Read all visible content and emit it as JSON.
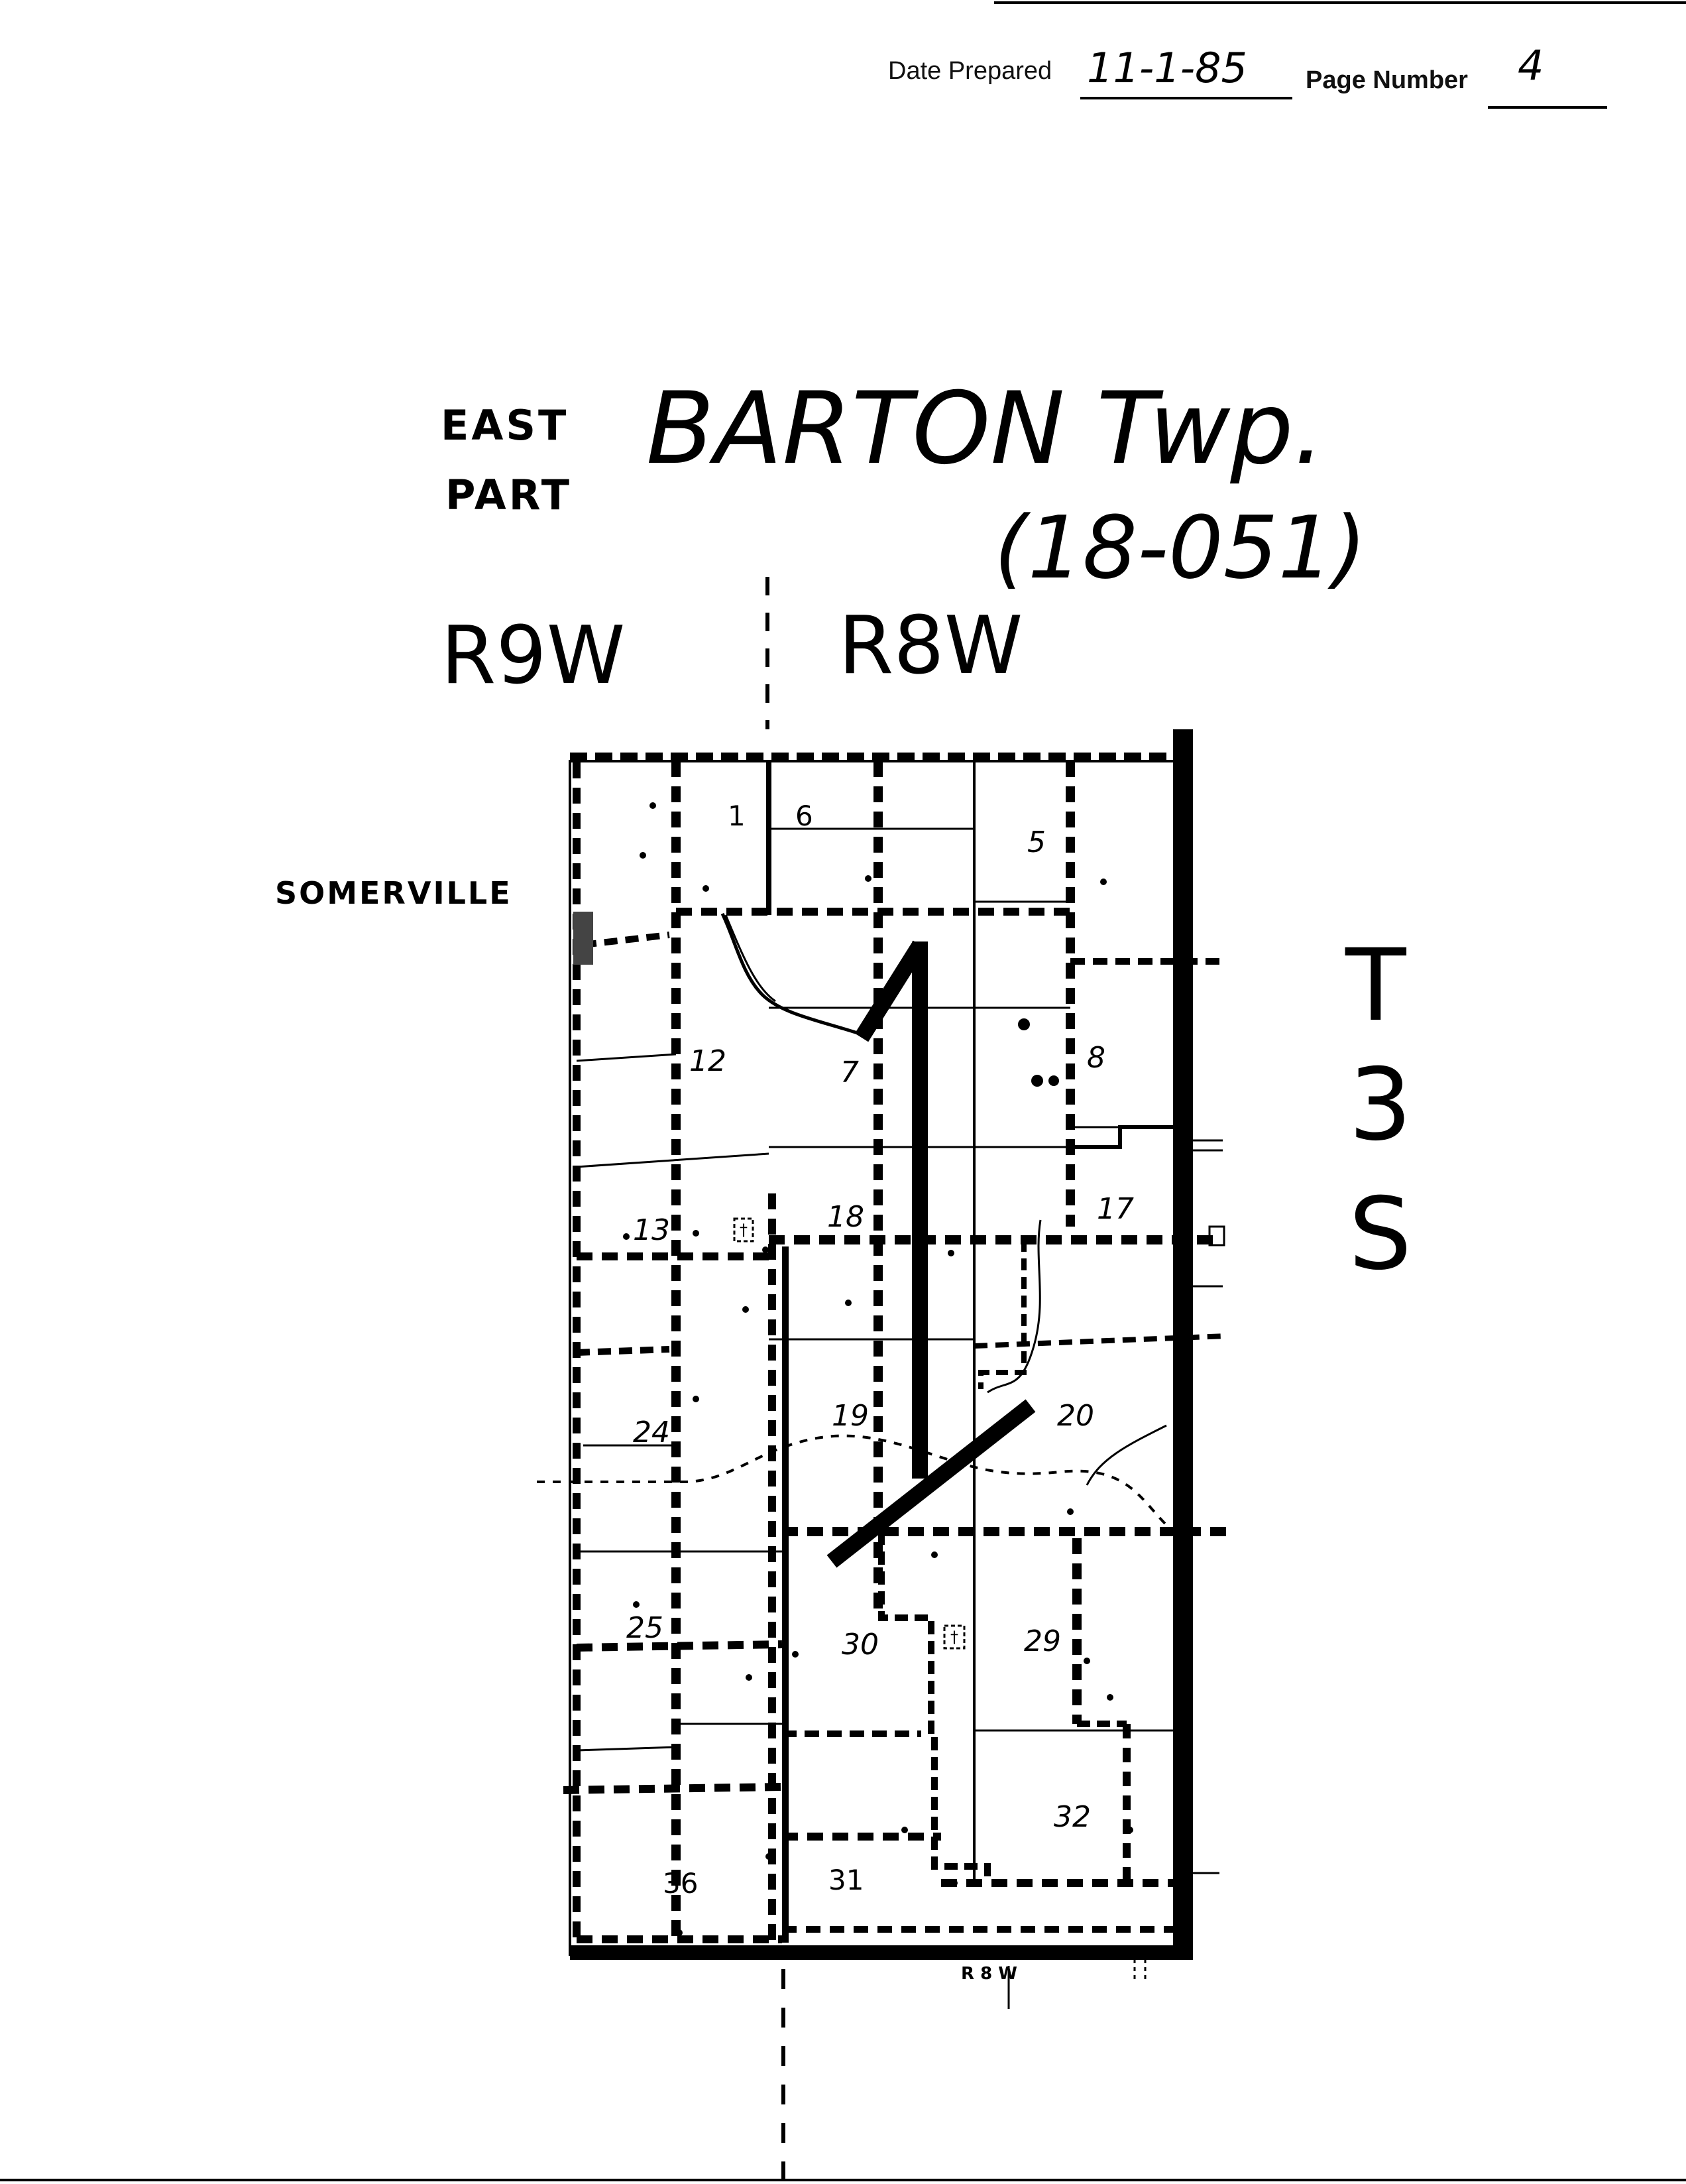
{
  "header": {
    "date_label": "Date Prepared",
    "date_value": "11-1-85",
    "page_label": "Page Number",
    "page_value": "4"
  },
  "title": {
    "east": "EAST",
    "part": "PART",
    "name": "BARTON Twp.",
    "code": "(18-051)"
  },
  "ranges": {
    "left": "R9W",
    "right": "R8W",
    "bottom_label": "R 8 W"
  },
  "township": {
    "line1": "T",
    "line2": "3",
    "line3": "S"
  },
  "place": "SOMERVILLE",
  "sections": [
    {
      "label": "1"
    },
    {
      "label": "6"
    },
    {
      "label": "5"
    },
    {
      "label": "12"
    },
    {
      "label": "7"
    },
    {
      "label": "8"
    },
    {
      "label": "13"
    },
    {
      "label": "18"
    },
    {
      "label": "17"
    },
    {
      "label": "24"
    },
    {
      "label": "19"
    },
    {
      "label": "20"
    },
    {
      "label": "25"
    },
    {
      "label": "30"
    },
    {
      "label": "29"
    },
    {
      "label": "32"
    },
    {
      "label": "36"
    },
    {
      "label": "31"
    }
  ],
  "colors": {
    "ink": "#000000",
    "paper": "#ffffff"
  }
}
